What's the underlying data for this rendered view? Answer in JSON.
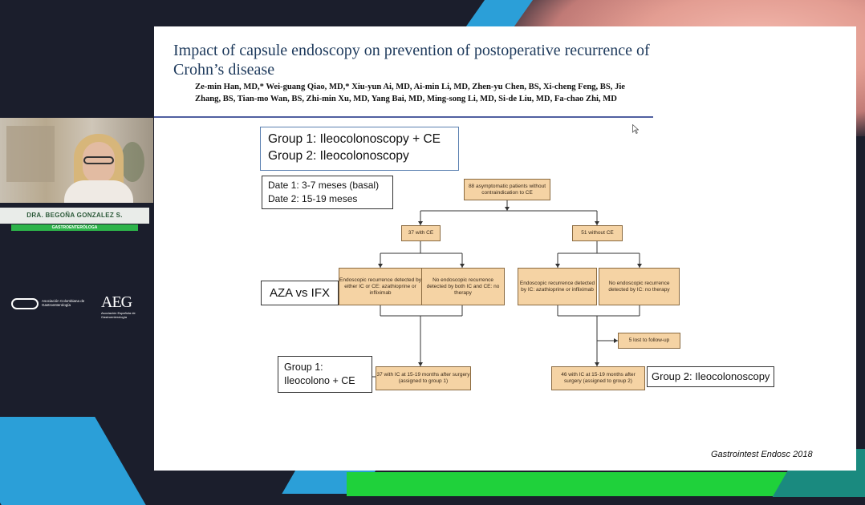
{
  "presenter": {
    "name": "DRA. BEGOÑA GONZALEZ S.",
    "subtitle": "GASTROENTERÓLOGA"
  },
  "logos": {
    "left_text": "Asociación Colombiana de Gastroenterología",
    "right_mark": "AEG",
    "right_text": "Asociación Española de Gastroenterología"
  },
  "slide": {
    "title": "Impact of capsule endoscopy on prevention of postoperative recurrence of Crohn’s disease",
    "authors": "Ze-min Han, MD,* Wei-guang Qiao, MD,* Xiu-yun Ai, MD, Ai-min Li, MD, Zhen-yu Chen, BS, Xi-cheng Feng, BS, Jie Zhang, BS, Tian-mo Wan, BS, Zhi-min Xu, MD, Yang Bai, MD, Ming-song Li, MD, Si-de Liu, MD, Fa-chao Zhi, MD",
    "journal": "Gastrointest Endosc 2018",
    "annotations": {
      "group_line1": "Group 1: Ileocolonoscopy + CE",
      "group_line2": "Group 2: Ileocolonoscopy",
      "date_line1": "Date 1: 3-7 meses (basal)",
      "date_line2": "Date 2: 15-19 meses",
      "aza": "AZA vs IFX",
      "g1_line1": "Group 1:",
      "g1_line2": "Ileocolono + CE",
      "g2": "Group 2: Ileocolonoscopy"
    },
    "flowchart": {
      "top": "88 asymptomatic patients without contraindication to CE",
      "with_ce": "37 with CE",
      "without_ce": "51 without CE",
      "ce_recurrence": "Endoscopic recurrence detected by either IC or CE: azathioprine or infliximab",
      "ce_no_recurrence": "No endoscopic recurrence detected by both IC and CE: no therapy",
      "ic_recurrence": "Endoscopic recurrence detected by IC: azathioprine or infliximab",
      "ic_no_recurrence": "No endoscopic recurrence detected by IC: no therapy",
      "lost": "5 lost to follow-up",
      "group1_final": "37 with IC at 15-19 months after surgery (assigned to group 1)",
      "group2_final": "46 with IC at 15-19 months after surgery (assigned to group 2)"
    }
  },
  "colors": {
    "flow_box": "#f5d3a4",
    "title": "#1e3a5c",
    "accent_green": "#1fd13b",
    "accent_blue": "#2b9fd8"
  }
}
